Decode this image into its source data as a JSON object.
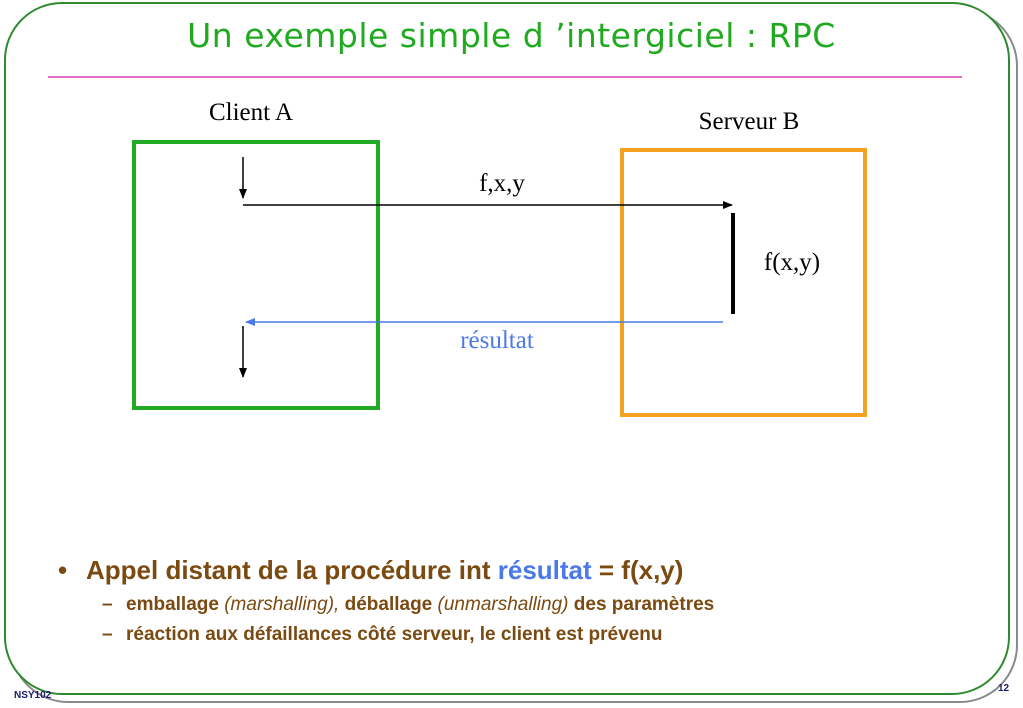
{
  "slide": {
    "title": "Un exemple simple d ’intergiciel : RPC",
    "footer_left": "NSY102",
    "page_number": "12"
  },
  "diagram": {
    "client_label": "Client A",
    "server_label": "Serveur B",
    "call_label": "f,x,y",
    "exec_label": "f(x,y)",
    "result_label": "résultat",
    "colors": {
      "client_box": "#22aa22",
      "server_box": "#f5a020",
      "result_arrow": "#4b79e8",
      "call_arrow": "#000000"
    }
  },
  "bullets": {
    "main_prefix": "Appel distant de la procédure int ",
    "main_highlight": "résultat",
    "main_suffix": " = f(x,y)",
    "sub1": {
      "emballage": "emballage",
      "marshalling": "(marshalling),",
      "deballage": "déballage",
      "unmarshalling": "(unmarshalling)",
      "rest": "des paramètres"
    },
    "sub2": "réaction aux défaillances côté serveur, le client est prévenu"
  }
}
